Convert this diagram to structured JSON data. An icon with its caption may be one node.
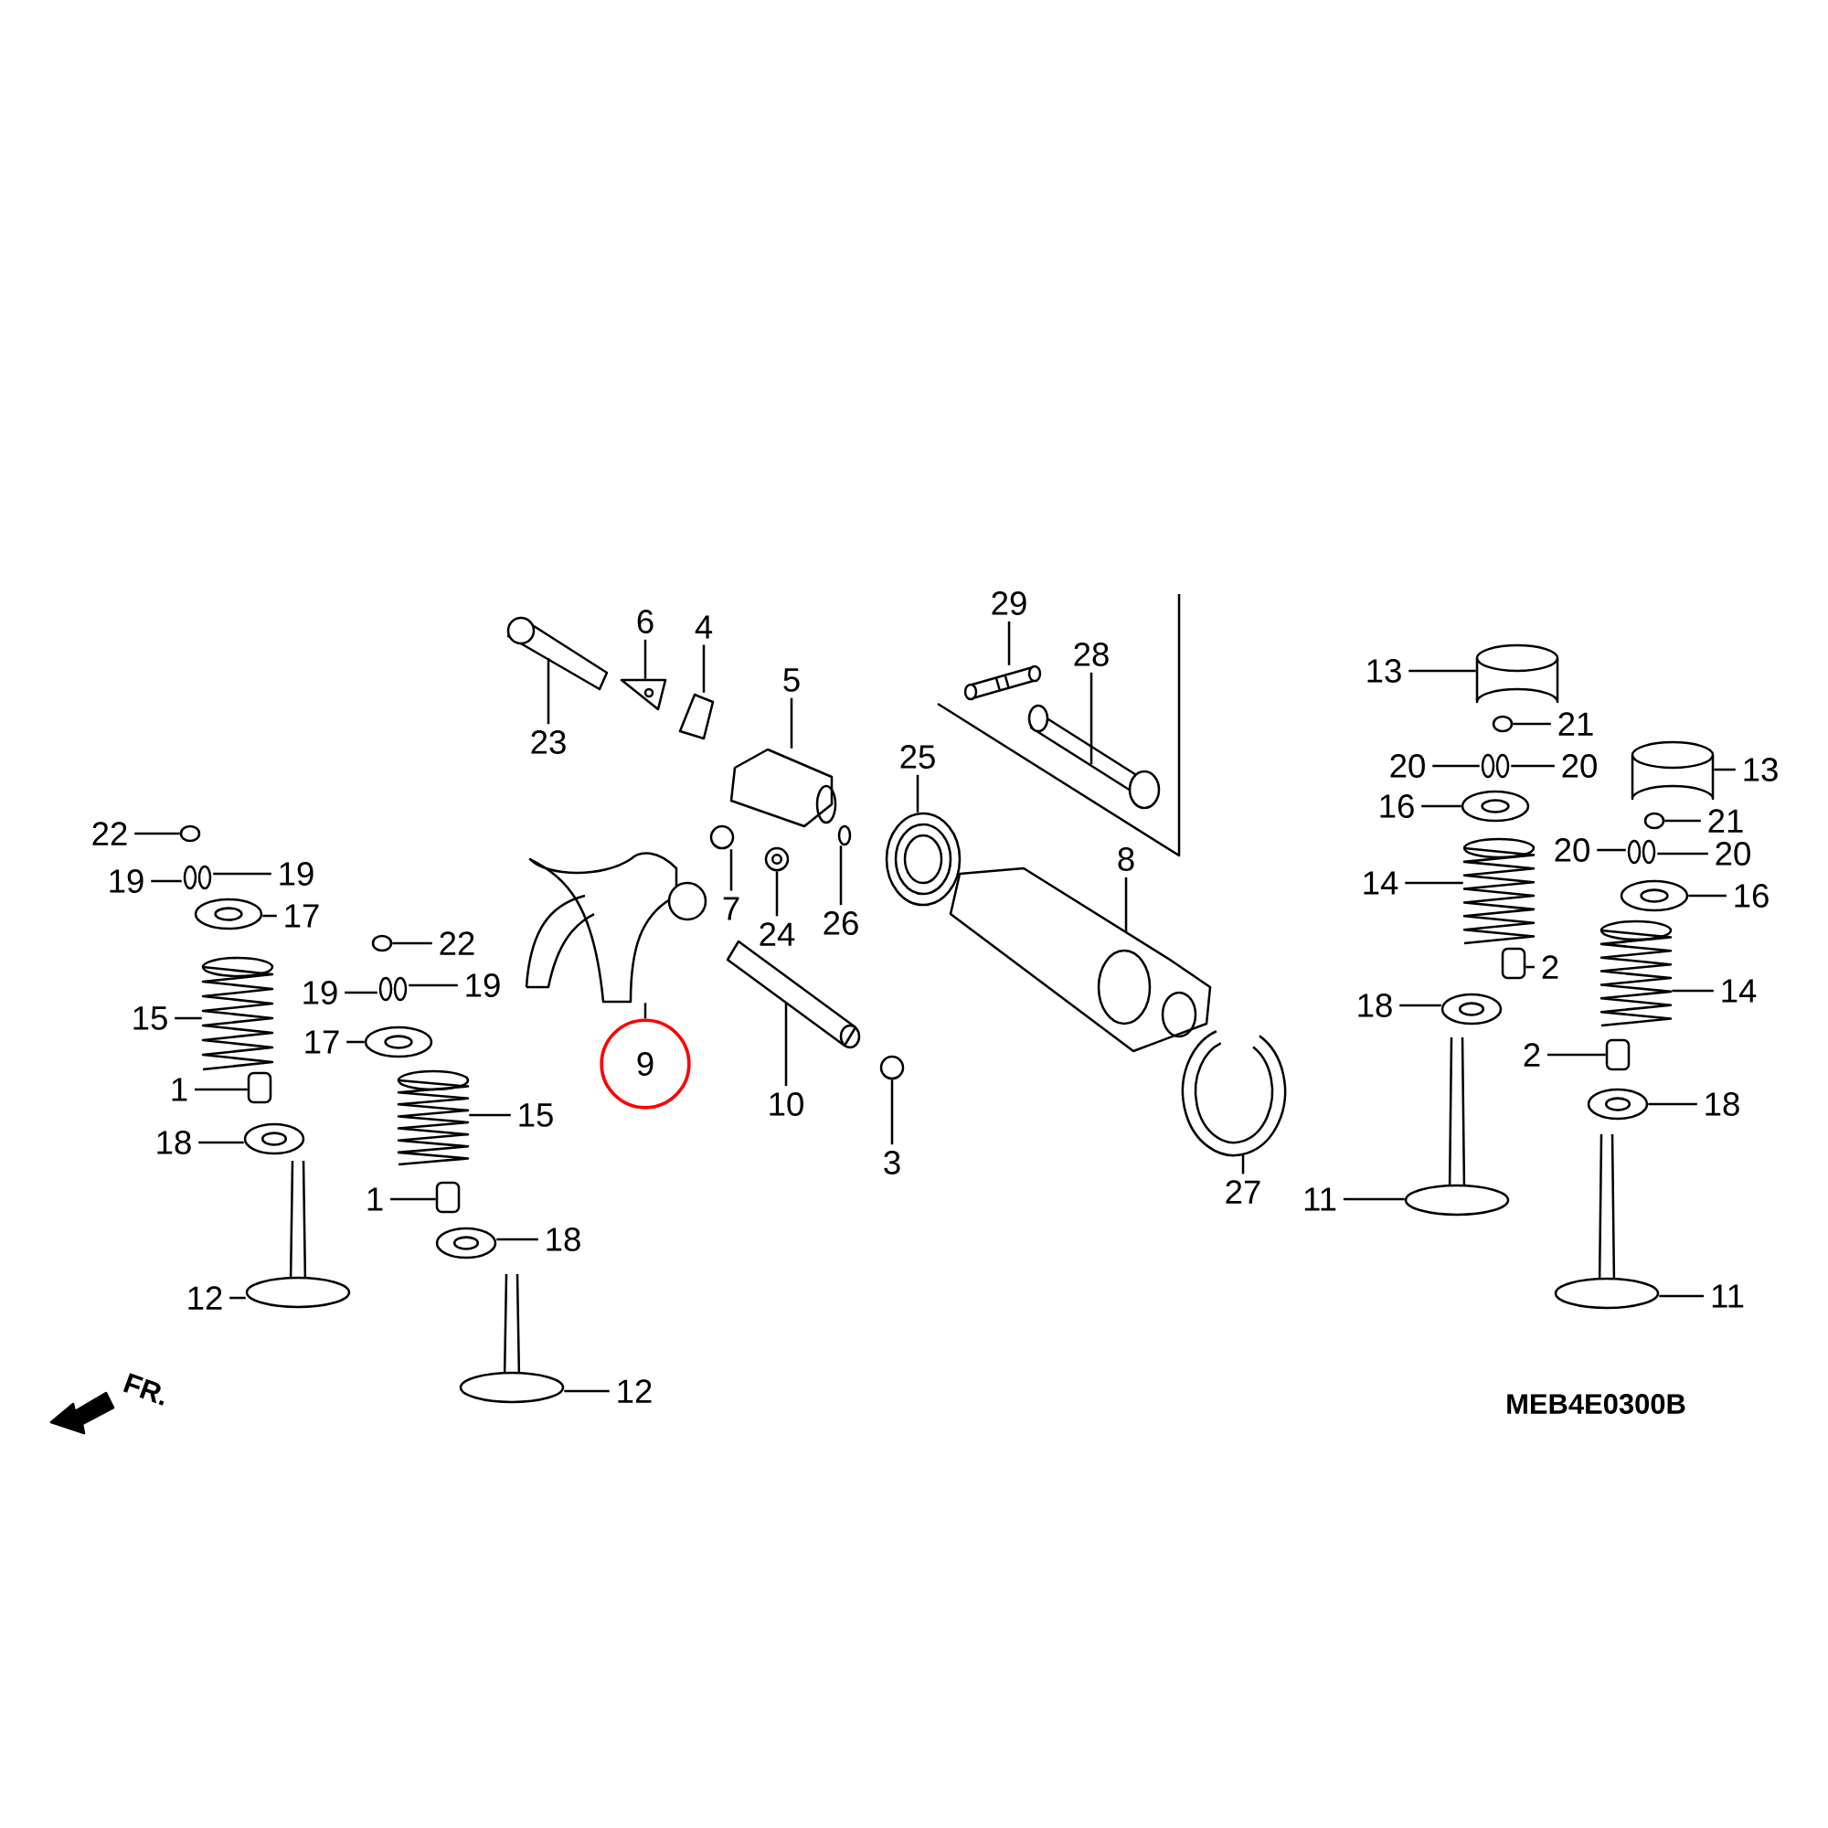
{
  "diagram": {
    "nodes": [
      {
        "text": [
          "23"
        ]
      },
      {
        "text": [
          "6"
        ]
      },
      {
        "text": [
          "4"
        ]
      },
      {
        "text": [
          "5"
        ]
      },
      {
        "text": [
          "29"
        ]
      },
      {
        "text": [
          "28"
        ]
      },
      {
        "text": [
          "25"
        ]
      },
      {
        "text": [
          "8"
        ]
      },
      {
        "text": [
          "7"
        ]
      },
      {
        "text": [
          "24"
        ]
      },
      {
        "text": [
          "26"
        ]
      },
      {
        "text": [
          "9"
        ]
      },
      {
        "text": [
          "10"
        ]
      },
      {
        "text": [
          "3"
        ]
      },
      {
        "text": [
          "27"
        ]
      },
      {
        "text": [
          "13"
        ]
      },
      {
        "text": [
          "21"
        ]
      },
      {
        "text": [
          "20"
        ]
      },
      {
        "text": [
          "20"
        ]
      },
      {
        "text": [
          "16"
        ]
      },
      {
        "text": [
          "14"
        ]
      },
      {
        "text": [
          "2"
        ]
      },
      {
        "text": [
          "18"
        ]
      },
      {
        "text": [
          "11"
        ]
      },
      {
        "text": [
          "13"
        ]
      },
      {
        "text": [
          "21"
        ]
      },
      {
        "text": [
          "20"
        ]
      },
      {
        "text": [
          "20"
        ]
      },
      {
        "text": [
          "16"
        ]
      },
      {
        "text": [
          "14"
        ]
      },
      {
        "text": [
          "2"
        ]
      },
      {
        "text": [
          "18"
        ]
      },
      {
        "text": [
          "11"
        ]
      },
      {
        "text": [
          "22"
        ]
      },
      {
        "text": [
          "19"
        ]
      },
      {
        "text": [
          "19"
        ]
      },
      {
        "text": [
          "17"
        ]
      },
      {
        "text": [
          "15"
        ]
      },
      {
        "text": [
          "1"
        ]
      },
      {
        "text": [
          "18"
        ]
      },
      {
        "text": [
          "12"
        ]
      },
      {
        "text": [
          "22"
        ]
      },
      {
        "text": [
          "19"
        ]
      },
      {
        "text": [
          "19"
        ]
      },
      {
        "text": [
          "17"
        ]
      },
      {
        "text": [
          "15"
        ]
      },
      {
        "text": [
          "1"
        ]
      },
      {
        "text": [
          "18"
        ]
      },
      {
        "text": [
          "12"
        ]
      },
      {
        "text": [],
        "shape": "picture"
      },
      {
        "text": [],
        "shape": "picture"
      },
      {
        "text": [],
        "shape": "picture"
      },
      {
        "text": [],
        "shape": "picture"
      },
      {
        "text": [],
        "shape": "picture"
      },
      {
        "text": [],
        "shape": "picture"
      },
      {
        "text": [],
        "shape": "picture"
      },
      {
        "text": [],
        "shape": "picture"
      },
      {
        "text": [],
        "shape": "circle"
      },
      {
        "text": [],
        "shape": "picture"
      },
      {
        "text": [],
        "shape": "circle"
      },
      {
        "text": [],
        "shape": "picture"
      },
      {
        "text": [],
        "shape": "picture"
      },
      {
        "text": [],
        "shape": "circle"
      },
      {
        "text": [],
        "shape": "picture"
      },
      {
        "text": [],
        "shape": "cylinder"
      },
      {
        "text": [],
        "shape": "circle"
      },
      {
        "text": [],
        "shape": "picture"
      },
      {
        "text": [],
        "shape": "picture"
      },
      {
        "text": [],
        "shape": "spring"
      },
      {
        "text": [],
        "shape": "box"
      },
      {
        "text": [],
        "shape": "picture"
      },
      {
        "text": [],
        "shape": "picture"
      },
      {
        "text": [],
        "shape": "cylinder"
      },
      {
        "text": [],
        "shape": "circle"
      },
      {
        "text": [],
        "shape": "picture"
      },
      {
        "text": [],
        "shape": "picture"
      },
      {
        "text": [],
        "shape": "spring"
      },
      {
        "text": [],
        "shape": "box"
      },
      {
        "text": [],
        "shape": "picture"
      },
      {
        "text": [],
        "shape": "picture"
      },
      {
        "text": [],
        "shape": "circle"
      },
      {
        "text": [],
        "shape": "picture"
      },
      {
        "text": [],
        "shape": "picture"
      },
      {
        "text": [],
        "shape": "spring"
      },
      {
        "text": [],
        "shape": "box"
      },
      {
        "text": [],
        "shape": "picture"
      },
      {
        "text": [],
        "shape": "picture"
      },
      {
        "text": [],
        "shape": "circle"
      },
      {
        "text": [],
        "shape": "picture"
      },
      {
        "text": [],
        "shape": "picture"
      },
      {
        "text": [],
        "shape": "spring"
      },
      {
        "text": [],
        "shape": "box"
      },
      {
        "text": [],
        "shape": "picture"
      },
      {
        "text": [],
        "shape": "picture"
      }
    ],
    "edges": [
      {
        "from": 0,
        "to": 49,
        "arrow": "none"
      },
      {
        "from": 1,
        "to": 50,
        "arrow": "none"
      },
      {
        "from": 2,
        "to": 51,
        "arrow": "none"
      },
      {
        "from": 3,
        "to": 52,
        "arrow": "none"
      },
      {
        "from": 4,
        "to": 53,
        "arrow": "none"
      },
      {
        "from": 5,
        "to": 54,
        "arrow": "none"
      },
      {
        "from": 6,
        "to": 55,
        "arrow": "none"
      },
      {
        "from": 7,
        "to": 56,
        "arrow": "none"
      },
      {
        "from": 8,
        "to": 57,
        "arrow": "none"
      },
      {
        "from": 9,
        "to": 58,
        "arrow": "none"
      },
      {
        "from": 10,
        "to": 59,
        "arrow": "none"
      },
      {
        "from": 11,
        "to": 60,
        "arrow": "none"
      },
      {
        "from": 12,
        "to": 61,
        "arrow": "none"
      },
      {
        "from": 13,
        "to": 62,
        "arrow": "none"
      },
      {
        "from": 14,
        "to": 63,
        "arrow": "none"
      },
      {
        "from": 15,
        "to": 64,
        "arrow": "none"
      },
      {
        "from": 16,
        "to": 65,
        "arrow": "none"
      },
      {
        "from": 17,
        "to": 66,
        "arrow": "none"
      },
      {
        "from": 18,
        "to": 66,
        "arrow": "none"
      },
      {
        "from": 19,
        "to": 67,
        "arrow": "none"
      },
      {
        "from": 20,
        "to": 68,
        "arrow": "none"
      },
      {
        "from": 21,
        "to": 69,
        "arrow": "none"
      },
      {
        "from": 22,
        "to": 70,
        "arrow": "none"
      },
      {
        "from": 23,
        "to": 71,
        "arrow": "none"
      },
      {
        "from": 24,
        "to": 72,
        "arrow": "none"
      },
      {
        "from": 25,
        "to": 73,
        "arrow": "none"
      },
      {
        "from": 26,
        "to": 74,
        "arrow": "none"
      },
      {
        "from": 27,
        "to": 74,
        "arrow": "none"
      },
      {
        "from": 28,
        "to": 75,
        "arrow": "none"
      },
      {
        "from": 29,
        "to": 76,
        "arrow": "none"
      },
      {
        "from": 30,
        "to": 77,
        "arrow": "none"
      },
      {
        "from": 31,
        "to": 78,
        "arrow": "none"
      },
      {
        "from": 32,
        "to": 79,
        "arrow": "none"
      },
      {
        "from": 33,
        "to": 80,
        "arrow": "none"
      },
      {
        "from": 34,
        "to": 81,
        "arrow": "none"
      },
      {
        "from": 35,
        "to": 81,
        "arrow": "none"
      },
      {
        "from": 36,
        "to": 82,
        "arrow": "none"
      },
      {
        "from": 37,
        "to": 83,
        "arrow": "none"
      },
      {
        "from": 38,
        "to": 84,
        "arrow": "none"
      },
      {
        "from": 39,
        "to": 85,
        "arrow": "none"
      },
      {
        "from": 40,
        "to": 86,
        "arrow": "none"
      },
      {
        "from": 41,
        "to": 87,
        "arrow": "none"
      },
      {
        "from": 42,
        "to": 88,
        "arrow": "none"
      },
      {
        "from": 43,
        "to": 88,
        "arrow": "none"
      },
      {
        "from": 44,
        "to": 89,
        "arrow": "none"
      },
      {
        "from": 45,
        "to": 90,
        "arrow": "none"
      },
      {
        "from": 46,
        "to": 91,
        "arrow": "none"
      },
      {
        "from": 47,
        "to": 92,
        "arrow": "none"
      },
      {
        "from": 48,
        "to": 93,
        "arrow": "none"
      }
    ],
    "labels": [
      "FR.",
      "MEB4E0300B"
    ]
  }
}
